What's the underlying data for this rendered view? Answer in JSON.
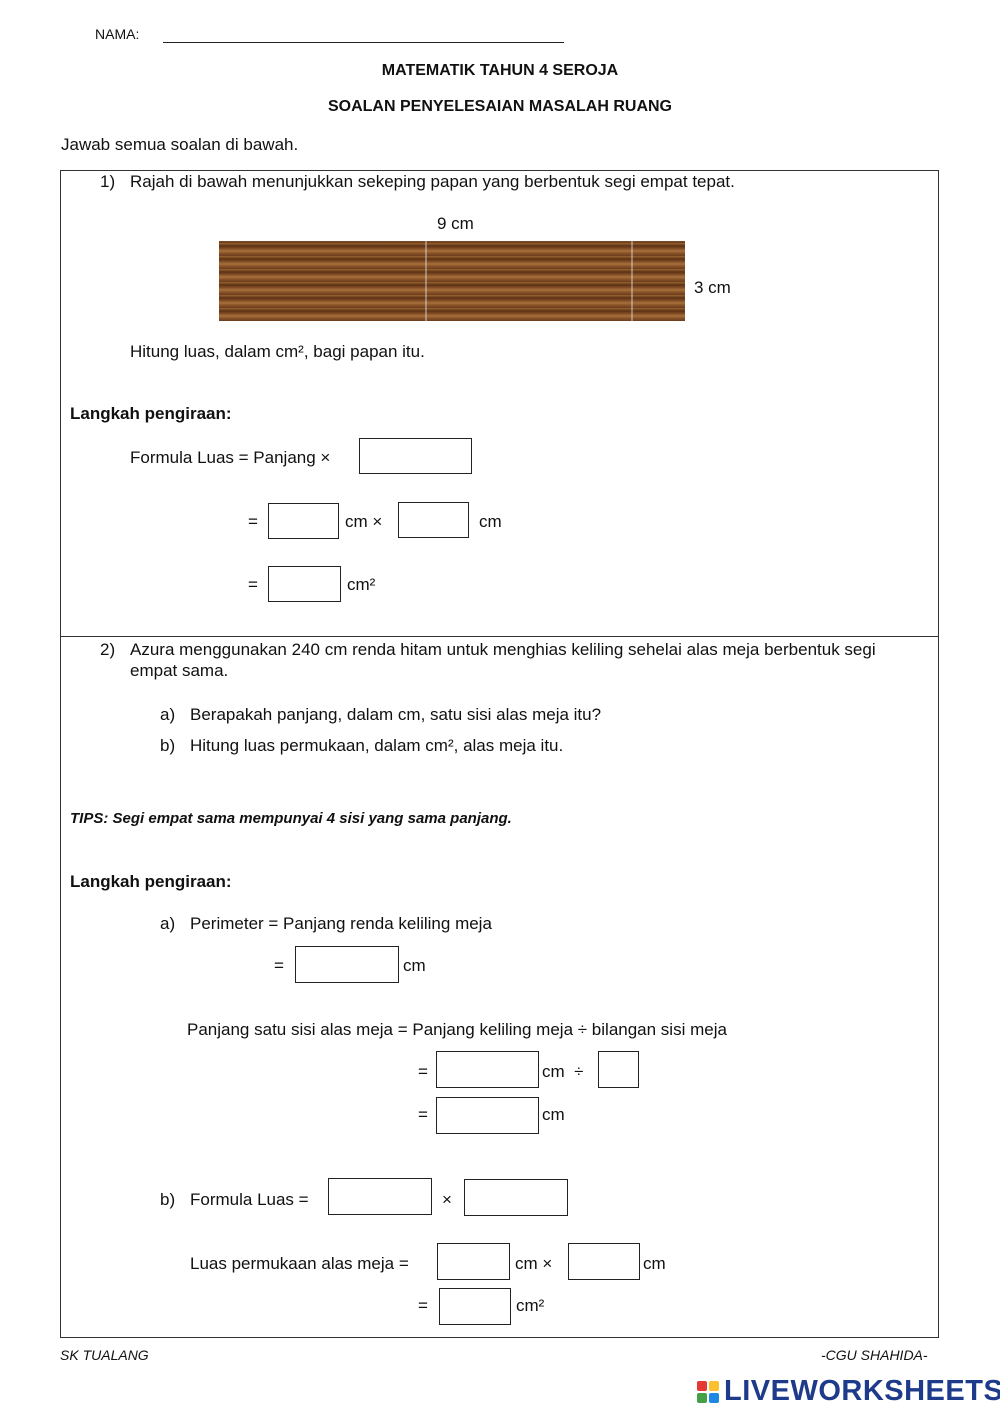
{
  "header": {
    "name_label": "NAMA:",
    "title1": "MATEMATIK TAHUN 4 SEROJA",
    "title2": "SOALAN PENYELESAIAN MASALAH RUANG",
    "instruction": "Jawab semua soalan di bawah."
  },
  "q1": {
    "number": "1)",
    "text": "Rajah di bawah menunjukkan sekeping papan yang berbentuk segi empat tepat.",
    "length_label": "9 cm",
    "width_label": "3 cm",
    "question": "Hitung luas, dalam cm², bagi papan itu.",
    "steps_heading": "Langkah pengiraan:",
    "formula": "Formula Luas = Panjang ×",
    "eq": "=",
    "unit_cm_times": "cm ×",
    "unit_cm": "cm",
    "unit_cm2": "cm²"
  },
  "q2": {
    "number": "2)",
    "text_line1": "Azura menggunakan 240 cm renda hitam untuk menghias keliling sehelai alas meja berbentuk segi",
    "text_line2": "empat sama.",
    "a_label": "a)",
    "a_text": "Berapakah panjang, dalam cm, satu sisi alas meja itu?",
    "b_label": "b)",
    "b_text": "Hitung luas permukaan, dalam cm², alas meja itu.",
    "tips": "TIPS: Segi empat sama mempunyai 4 sisi yang sama panjang.",
    "steps_heading": "Langkah pengiraan:",
    "a_step": "Perimeter = Panjang renda keliling meja",
    "eq": "=",
    "unit_cm": "cm",
    "side_formula": "Panjang satu sisi alas meja = Panjang keliling meja ÷ bilangan sisi meja",
    "unit_cm_div": "cm  ÷",
    "b_formula": "Formula Luas =",
    "times": "×",
    "b_area": "Luas permukaan alas meja =",
    "unit_cm_times": "cm ×",
    "unit_cm2": "cm²"
  },
  "footer": {
    "school": "SK TUALANG",
    "author": "-CGU SHAHIDA-",
    "brand": "LIVEWORKSHEETS"
  }
}
